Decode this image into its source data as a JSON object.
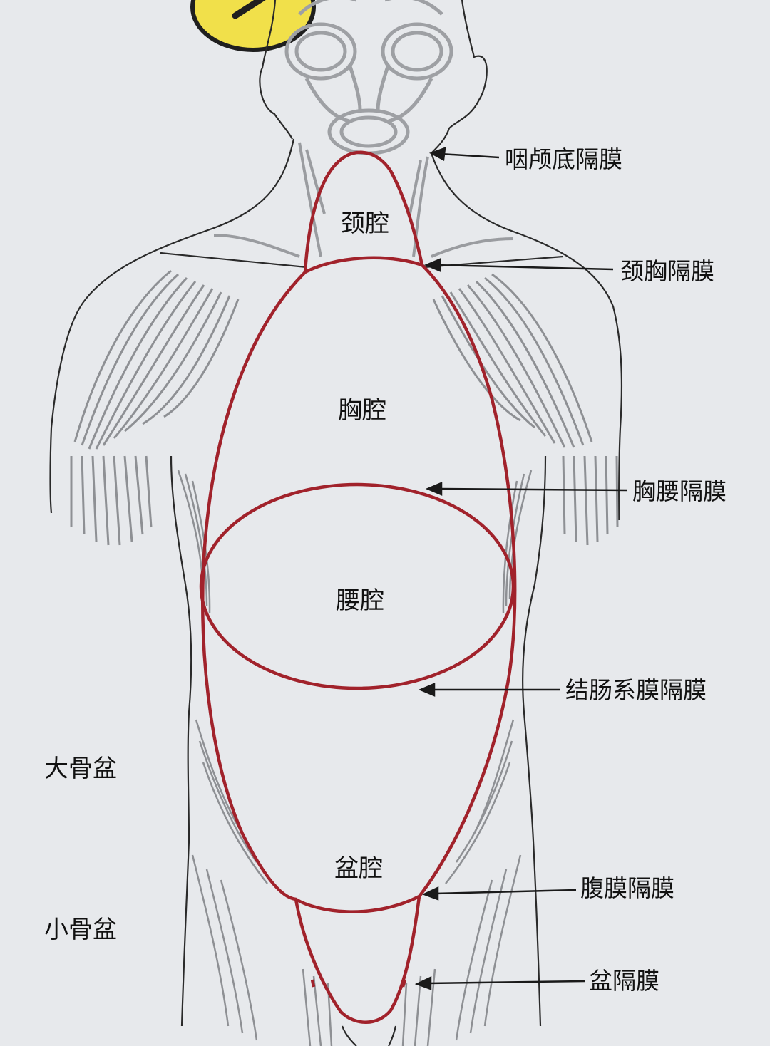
{
  "cavities": {
    "neck": "颈腔",
    "chest": "胸腔",
    "waist": "腰腔",
    "pelvic": "盆腔"
  },
  "diaphragms": {
    "pharyngobasilar": "咽颅底隔膜",
    "cervicothoracic": "颈胸隔膜",
    "thoracolumbar": "胸腰隔膜",
    "mesocolic": "结肠系膜隔膜",
    "peritoneal": "腹膜隔膜",
    "pelvic_floor": "盆隔膜"
  },
  "pelvis": {
    "greater": "大骨盆",
    "lesser": "小骨盆"
  },
  "colors": {
    "membrane_outline": "#a1222b",
    "body_outline": "#2a2a2a",
    "muscle_fibers": "#8e9094",
    "background": "#e7e9ec",
    "corner_emoji": "#f1e04a"
  },
  "icons": {
    "corner_emoji": "emoji-face-icon"
  }
}
